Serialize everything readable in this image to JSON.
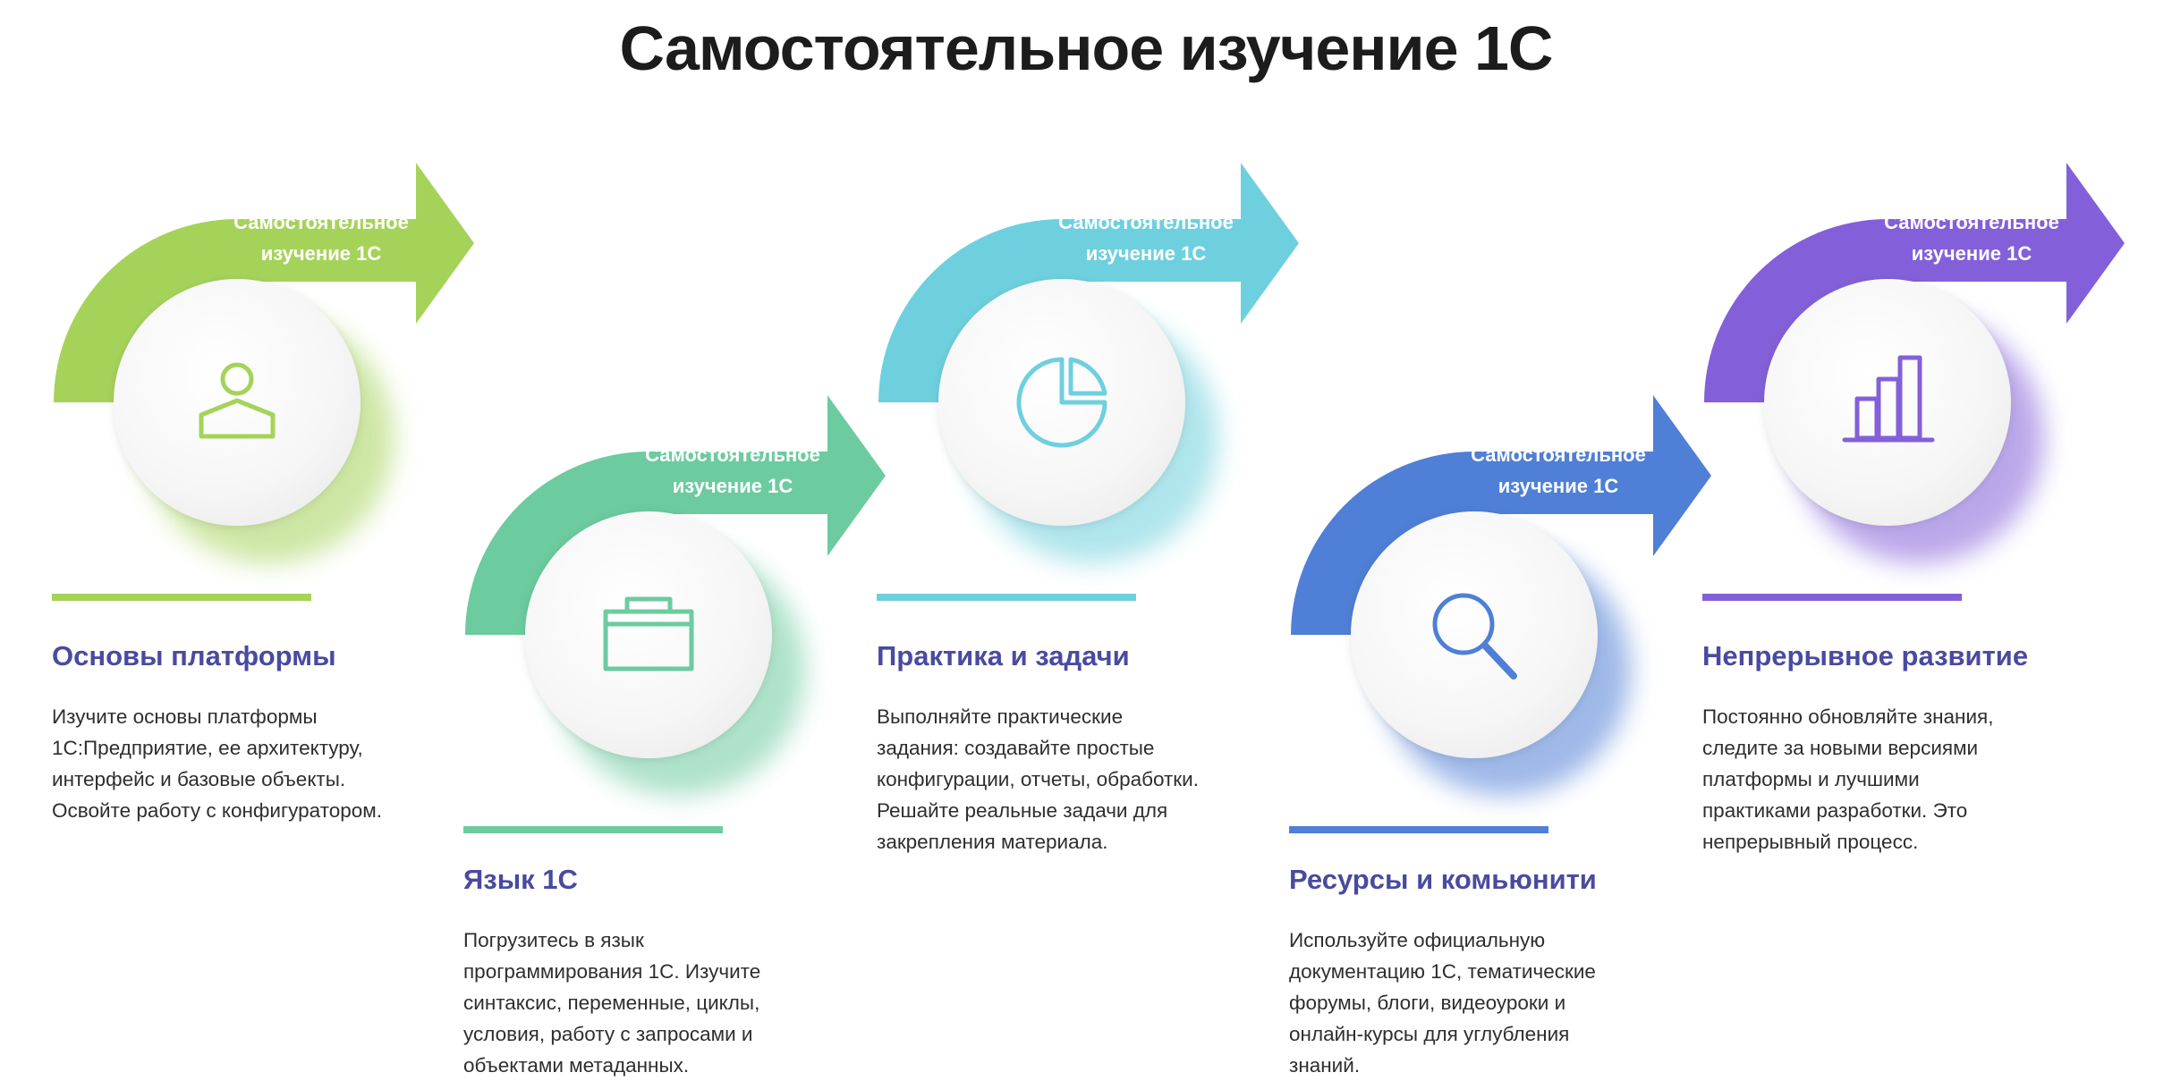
{
  "title": "Самостоятельное изучение 1С",
  "steps": [
    {
      "arrow_line1": "Самостоятельное",
      "arrow_line2": "изучение 1С",
      "icon": "user-icon",
      "color": "#a5d35a",
      "title": "Основы платформы",
      "desc": [
        "Изучите основы платформы",
        "1С:Предприятие, ее архитектуру,",
        "интерфейс и базовые объекты.",
        "Освойте работу с конфигуратором."
      ]
    },
    {
      "arrow_line1": "Самостоятельное",
      "arrow_line2": "изучение 1С",
      "icon": "briefcase-icon",
      "color": "#6ccb9f",
      "title": "Язык 1С",
      "desc": [
        "Погрузитесь в язык",
        "программирования 1С. Изучите",
        "синтаксис, переменные, циклы,",
        "условия, работу с запросами и",
        "объектами метаданных."
      ]
    },
    {
      "arrow_line1": "Самостоятельное",
      "arrow_line2": "изучение 1С",
      "icon": "pie-chart-icon",
      "color": "#6ed0de",
      "title": "Практика и задачи",
      "desc": [
        "Выполняйте практические",
        "задания: создавайте простые",
        "конфигурации, отчеты, обработки.",
        "Решайте реальные задачи для",
        "закрепления материала."
      ]
    },
    {
      "arrow_line1": "Самостоятельное",
      "arrow_line2": "изучение 1С",
      "icon": "search-icon",
      "color": "#4f7fd6",
      "title": "Ресурсы и комьюнити",
      "desc": [
        "Используйте официальную",
        "документацию 1С, тематические",
        "форумы, блоги, видеоуроки и",
        "онлайн-курсы для углубления",
        "знаний."
      ]
    },
    {
      "arrow_line1": "Самостоятельное",
      "arrow_line2": "изучение 1С",
      "icon": "bar-chart-icon",
      "color": "#8360d9",
      "title": "Непрерывное развитие",
      "desc": [
        "Постоянно обновляйте знания,",
        "следите за новыми версиями",
        "платформы и лучшими",
        "практиками разработки. Это",
        "непрерывный процесс."
      ]
    }
  ]
}
